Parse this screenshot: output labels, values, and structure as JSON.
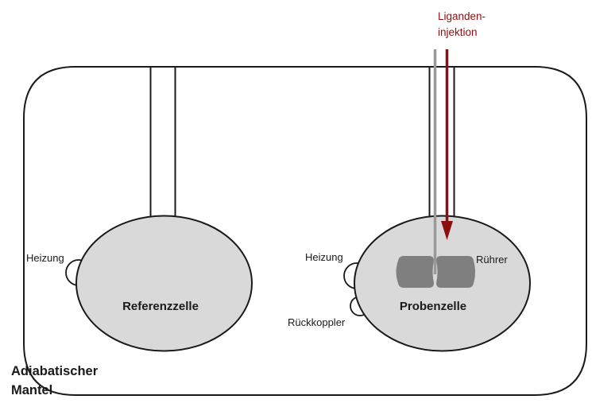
{
  "diagram": {
    "title": "Isothermal titration calorimeter schematic",
    "jacket": {
      "label_line1": "Adiabatischer",
      "label_line2": "Mantel"
    },
    "reference_cell": {
      "label": "Referenzzelle",
      "heater_label": "Heizung"
    },
    "sample_cell": {
      "label": "Probenzelle",
      "heater_label": "Heizung",
      "feedback_label": "Rückkoppler",
      "stirrer_label": "Rührer"
    },
    "injection": {
      "label_line1": "Liganden-",
      "label_line2": "injektion"
    },
    "colors": {
      "cell_fill": "#d9d9d9",
      "stirrer_fill": "#7f7f7f",
      "stirrer_rod": "#999999",
      "injection": "#8b0f0f",
      "outline": "#1a1a1a"
    }
  }
}
